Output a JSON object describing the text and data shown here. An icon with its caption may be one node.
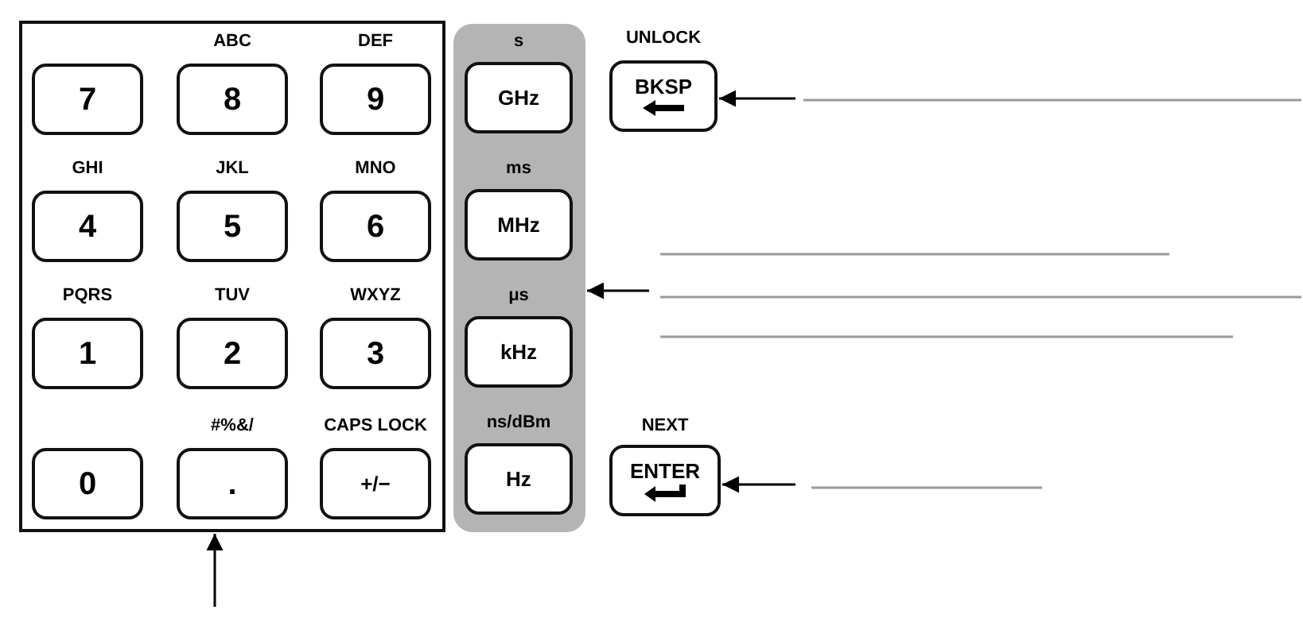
{
  "diagram": {
    "nodes": [
      {
        "text": [],
        "shape": "box"
      },
      {
        "text": [
          "7"
        ],
        "in": 0
      },
      {
        "text": [
          "ABC",
          "8"
        ],
        "in": 0
      },
      {
        "text": [
          "DEF",
          "9"
        ],
        "in": 0
      },
      {
        "text": [
          "GHI",
          "4"
        ],
        "in": 0
      },
      {
        "text": [
          "JKL",
          "5"
        ],
        "in": 0
      },
      {
        "text": [
          "MNO",
          "6"
        ],
        "in": 0
      },
      {
        "text": [
          "PQRS",
          "1"
        ],
        "in": 0
      },
      {
        "text": [
          "TUV",
          "2"
        ],
        "in": 0
      },
      {
        "text": [
          "WXYZ",
          "3"
        ],
        "in": 0
      },
      {
        "text": [
          "0"
        ],
        "in": 0
      },
      {
        "text": [
          "#%&/",
          "."
        ],
        "in": 0
      },
      {
        "text": [
          "CAPS LOCK",
          "+/−"
        ],
        "in": 0
      },
      {
        "text": [],
        "shape": "box"
      },
      {
        "text": [
          "s",
          "GHz"
        ],
        "in": 13
      },
      {
        "text": [
          "ms",
          "MHz"
        ],
        "in": 13
      },
      {
        "text": [
          "μs",
          "kHz"
        ],
        "in": 13
      },
      {
        "text": [
          "ns/dBm",
          "Hz"
        ],
        "in": 13
      },
      {
        "text": [
          "UNLOCK",
          "BKSP"
        ]
      },
      {
        "text": [
          "NEXT",
          "ENTER"
        ]
      }
    ],
    "edges": [
      {
        "from": null,
        "to": 0,
        "arrow": "to"
      },
      {
        "from": null,
        "to": 18,
        "arrow": "to"
      },
      {
        "from": null,
        "to": 13,
        "arrow": "to"
      },
      {
        "from": null,
        "to": 19,
        "arrow": "to"
      }
    ]
  }
}
